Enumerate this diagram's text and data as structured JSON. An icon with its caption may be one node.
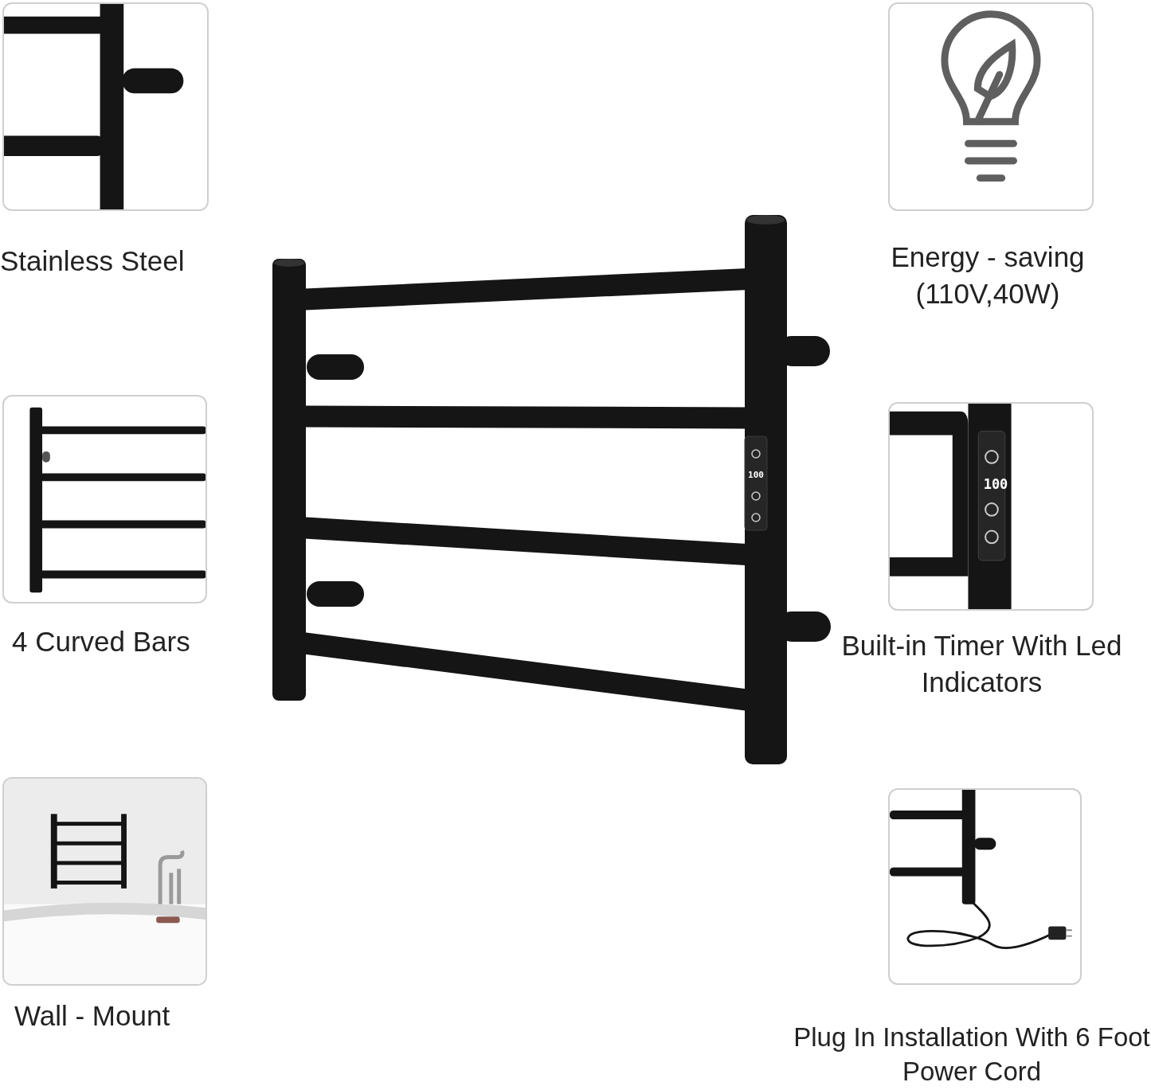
{
  "diagram": {
    "nodes": [
      {
        "text": [],
        "shape": "picture",
        "beside": [
          "Stainless Steel"
        ]
      },
      {
        "text": [],
        "shape": "picture",
        "beside": [
          "4 Curved Bars"
        ]
      },
      {
        "text": [],
        "shape": "picture",
        "beside": [
          "Wall - Mount"
        ]
      },
      {
        "text": [],
        "shape": "picture",
        "beside": [
          "Energy - saving (110V,40W)"
        ]
      },
      {
        "text": [],
        "shape": "picture",
        "beside": [
          "Built-in Timer With Led Indicators"
        ]
      },
      {
        "text": [],
        "shape": "picture",
        "beside": [
          "Plug In Installation With 6 Foot Power Cord"
        ]
      }
    ],
    "labels": [
      "100",
      "100"
    ]
  }
}
